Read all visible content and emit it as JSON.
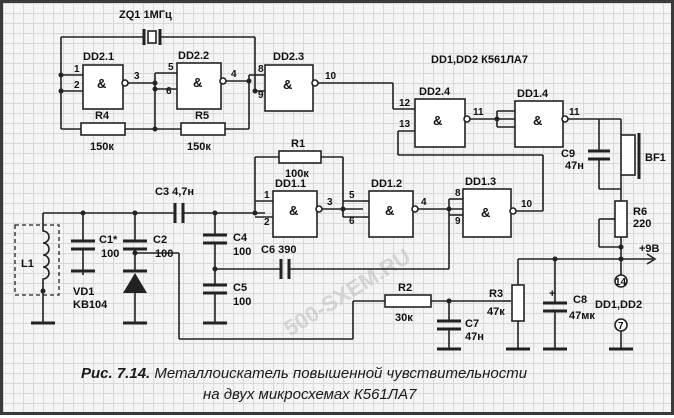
{
  "labels": {
    "zq1": "ZQ1 1МГц",
    "dd21": "DD2.1",
    "dd22": "DD2.2",
    "dd23": "DD2.3",
    "dd24": "DD2.4",
    "dd14": "DD1.4",
    "dd11": "DD1.1",
    "dd12": "DD1.2",
    "dd13": "DD1.3",
    "chips": "DD1,DD2 К561ЛА7",
    "r4": "R4",
    "r4v": "150к",
    "r5": "R5",
    "r5v": "150к",
    "r1": "R1",
    "r1v": "100к",
    "r2": "R2",
    "r2v": "30к",
    "r3": "R3",
    "r3v": "47к",
    "r6": "R6",
    "r6v": "220",
    "c1": "C1*",
    "c1v": "100",
    "c2": "C2",
    "c2v": "100",
    "c3": "C3 4,7н",
    "c4": "C4",
    "c4v": "100",
    "c5": "C5",
    "c5v": "100",
    "c6": "C6 390",
    "c7": "C7",
    "c7v": "47н",
    "c8": "C8",
    "c8v": "47мк",
    "c9": "C9",
    "c9v": "47н",
    "vd1": "VD1",
    "vd1v": "KB104",
    "l1": "L1",
    "bf1": "BF1",
    "plus9": "+9В",
    "pin14": "14",
    "pin7": "7",
    "dd12b": "DD1,DD2",
    "plus": "+",
    "amp": "&"
  },
  "pins": {
    "p1": "1",
    "p2": "2",
    "p3": "3",
    "p4": "4",
    "p5": "5",
    "p6": "6",
    "p8": "8",
    "p9": "9",
    "p10": "10",
    "p11": "11",
    "p12": "12",
    "p13": "13"
  },
  "caption": {
    "fig": "Рис. 7.14.",
    "line1": "Металлоискатель повышенной чувствительности",
    "line2": "на двух микросхемах К561ЛА7"
  },
  "watermark": "500-SXEM.RU"
}
